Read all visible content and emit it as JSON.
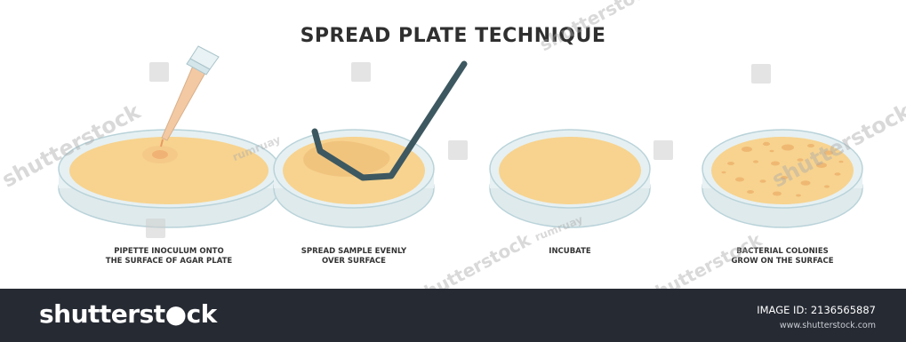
{
  "title": "SPREAD PLATE TECHNIQUE",
  "steps": [
    {
      "caption": "PIPETTE INOCULUM ONTO\nTHE SURFACE OF AGAR PLATE",
      "illustration": "pipette"
    },
    {
      "caption": "SPREAD SAMPLE EVENLY\nOVER SURFACE",
      "illustration": "spreader"
    },
    {
      "caption": "INCUBATE",
      "illustration": "incubate"
    },
    {
      "caption": "BACTERIAL COLONIES\nGROW ON THE SURFACE",
      "illustration": "colonies"
    }
  ],
  "watermarks": {
    "logo_text": "shutterstock",
    "author_text": "rumruay"
  },
  "footer": {
    "brand": "shutterst●ck",
    "image_id": "IMAGE ID: 2136565887",
    "site": "www.shutterstock.com"
  },
  "colors": {
    "agar": "#f7d38f",
    "agar_dark": "#efbf78",
    "dish_glass": "#e6f0f2",
    "dish_rim": "#b9d3d9",
    "spreader": "#3d5860",
    "pipette_tip": "#f3c9a4",
    "footer_bg": "#262a33"
  }
}
